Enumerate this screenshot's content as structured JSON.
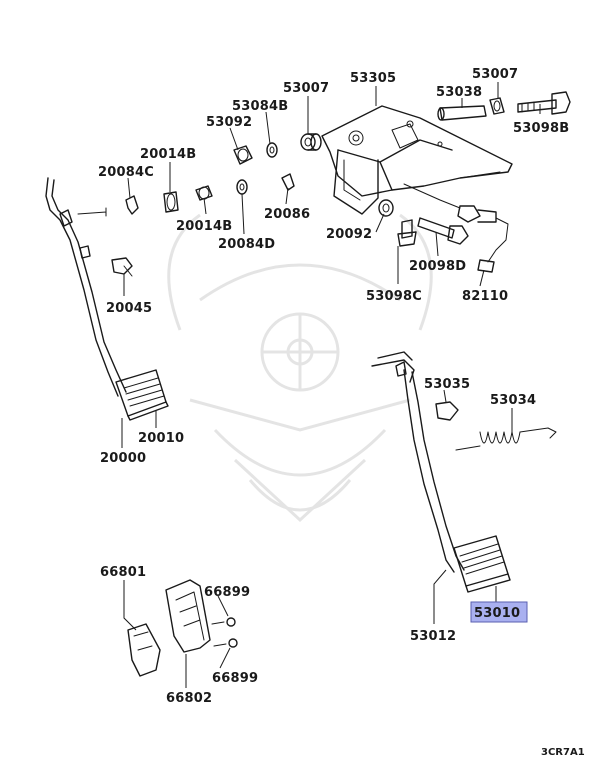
{
  "highlight_color": "#a9b0f0",
  "labels": {
    "p53305": "53305",
    "p53007_top": "53007",
    "p53007_right": "53007",
    "p53038": "53038",
    "p53098B": "53098B",
    "p53084B": "53084B",
    "p53092": "53092",
    "p20014B_top": "20014B",
    "p20084C": "20084C",
    "p20014B_bottom": "20014B",
    "p20086": "20086",
    "p20084D": "20084D",
    "p20092": "20092",
    "p20098D": "20098D",
    "p82110": "82110",
    "p53098C": "53098C",
    "p20045": "20045",
    "p20010": "20010",
    "p20000": "20000",
    "p53035": "53035",
    "p53034": "53034",
    "p53012": "53012",
    "p53010": "53010",
    "p66801": "66801",
    "p66899_top": "66899",
    "p66899_bottom": "66899",
    "p66802": "66802"
  },
  "diagram_code": "3CR7A1"
}
